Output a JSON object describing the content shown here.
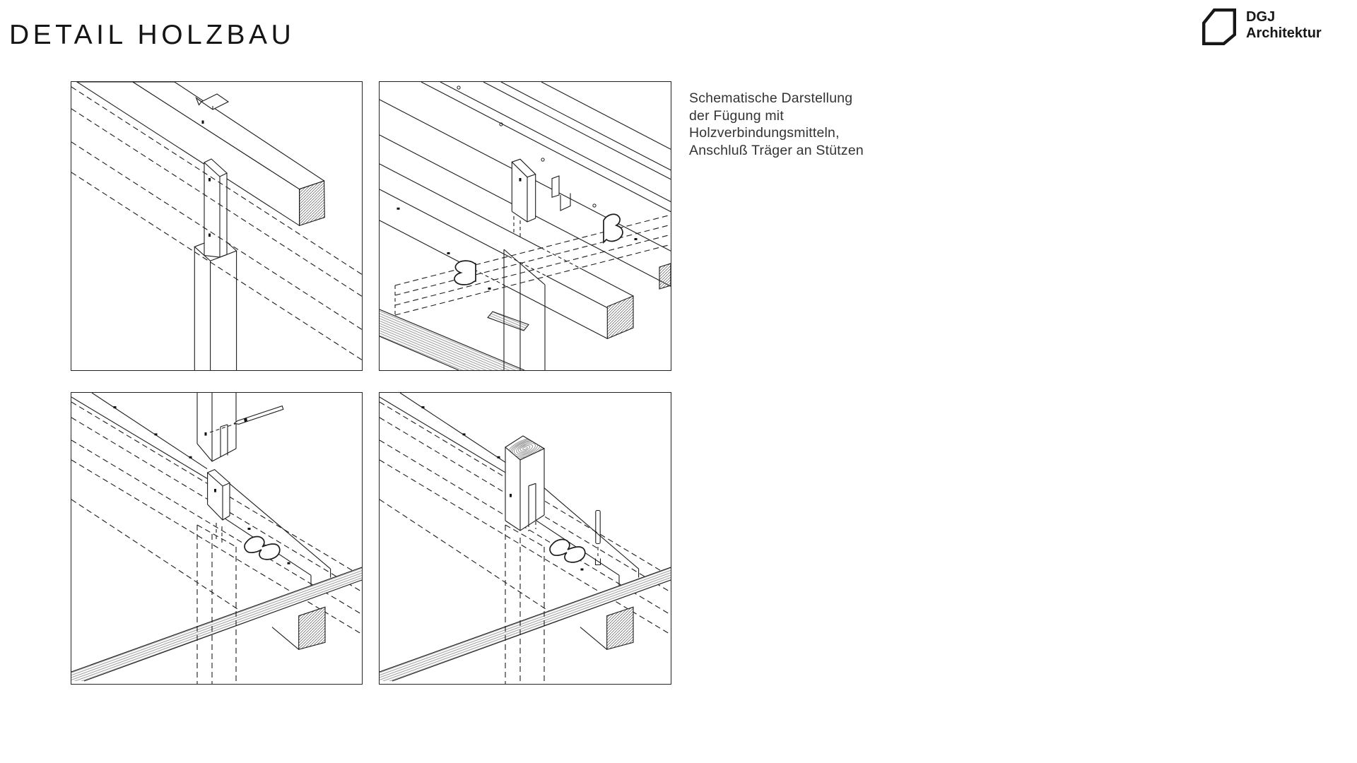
{
  "header": {
    "title": "DETAIL HOLZBAU"
  },
  "logo": {
    "line1": "DGJ",
    "line2": "Architektur"
  },
  "annotation": {
    "lines": [
      "Schematische Darstellung",
      "der Fügung mit",
      "Holzverbindungsmitteln,",
      "Anschluß Träger an Stützen"
    ]
  },
  "panels": [
    {
      "id": "detail-1"
    },
    {
      "id": "detail-2"
    },
    {
      "id": "detail-3"
    },
    {
      "id": "detail-4"
    }
  ],
  "colors": {
    "background": "#ffffff",
    "line": "#1c1c1c",
    "section_hatch": "#555555",
    "slab_hatch": "#8f8f8f",
    "text": "#333333"
  }
}
